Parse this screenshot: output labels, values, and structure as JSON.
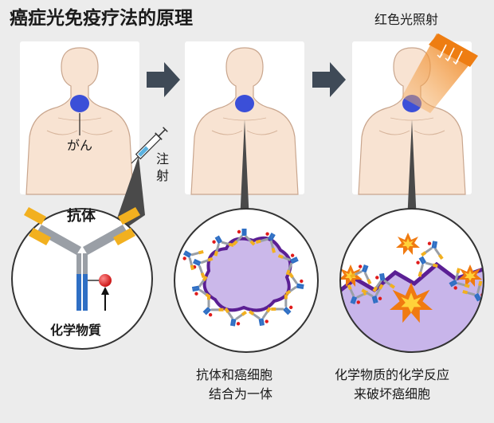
{
  "title": "癌症光免疫疗法的原理",
  "labels": {
    "gan": "がん",
    "chu1": "注",
    "chu2": "射",
    "red_light": "红色光照射",
    "antibody": "抗体",
    "chemical": "化学物質",
    "cap2_l1": "抗体和癌细胞",
    "cap2_l2": "结合为一体",
    "cap3_l1": "化学物质的化学反应",
    "cap3_l2": "来破坏癌细胞"
  },
  "colors": {
    "background": "#ececec",
    "skin": "#f8e3d2",
    "skin_outline": "#c9a68e",
    "tumor": "#3b4fd8",
    "arrow": "#3f4a57",
    "light": "#f08a1e",
    "cancer_cell": "#cbb8ea",
    "cancer_outline": "#5b1f94",
    "antibody_gray": "#9a9fa6",
    "antibody_yellow": "#f2b01f",
    "antibody_blue": "#2f6fc4",
    "chem_red": "#e01b1b"
  },
  "icons": [
    "tumor-icon",
    "syringe-icon",
    "light-beam-icon",
    "arrow-right-icon",
    "antibody-icon",
    "explosion-icon"
  ]
}
